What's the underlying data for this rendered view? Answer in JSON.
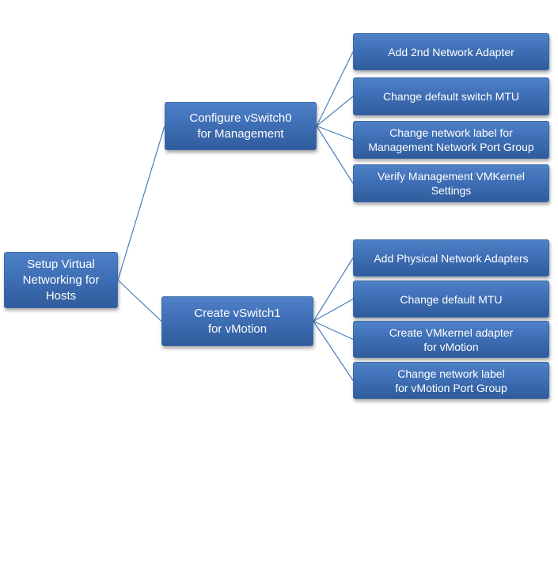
{
  "diagram": {
    "root": {
      "label": "Setup Virtual\nNetworking for\nHosts"
    },
    "branches": [
      {
        "label": "Configure vSwitch0\nfor Management",
        "children": [
          {
            "label": "Add 2nd Network Adapter"
          },
          {
            "label": "Change default switch MTU"
          },
          {
            "label": "Change network label for\nManagement Network Port Group"
          },
          {
            "label": "Verify Management VMKernel\nSettings"
          }
        ]
      },
      {
        "label": "Create vSwitch1\nfor vMotion",
        "children": [
          {
            "label": "Add Physical Network Adapters"
          },
          {
            "label": "Change default MTU"
          },
          {
            "label": "Create VMkernel adapter\nfor vMotion"
          },
          {
            "label": "Change network label\nfor vMotion Port Group"
          }
        ]
      }
    ],
    "colors": {
      "node_fill": "#3f6fb6",
      "node_border": "#3d6aa8",
      "connector": "#4a7ebb",
      "text": "#ffffff",
      "background": "#ffffff"
    }
  }
}
